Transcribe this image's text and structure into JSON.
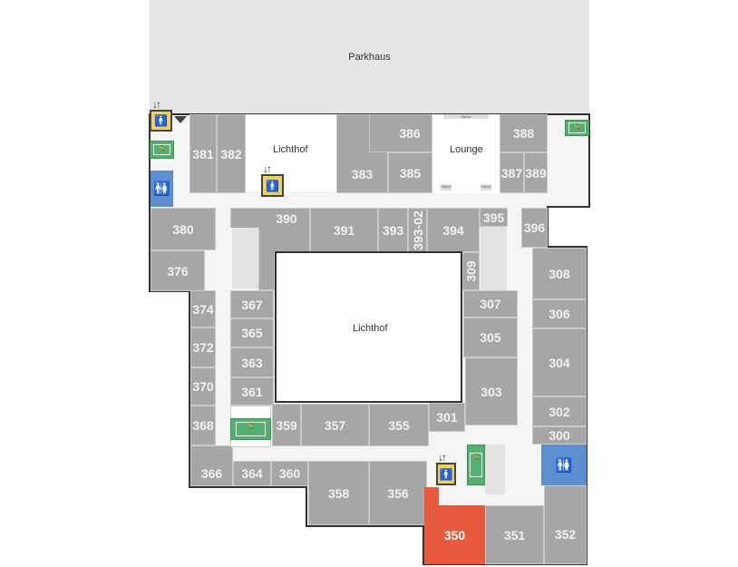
{
  "map": {
    "parking_label": "Parkhaus",
    "courtyard_label": "Lichthof",
    "lounge_label": "Lounge",
    "showcase_label": "Vitrine",
    "highlight_color": "#e85a3c",
    "room_color": "#a6a6a6",
    "exit_color": "#55b06f",
    "restroom_color": "#5b8fcf",
    "elevator_color": "#f3cf5b"
  },
  "rooms": {
    "r300": "300",
    "r301": "301",
    "r302": "302",
    "r303": "303",
    "r304": "304",
    "r305": "305",
    "r306": "306",
    "r307": "307",
    "r308": "308",
    "r309": "309",
    "r350": "350",
    "r351": "351",
    "r352": "352",
    "r355": "355",
    "r356": "356",
    "r357": "357",
    "r358": "358",
    "r359": "359",
    "r360": "360",
    "r361": "361",
    "r363": "363",
    "r364": "364",
    "r365": "365",
    "r366": "366",
    "r367": "367",
    "r368": "368",
    "r370": "370",
    "r372": "372",
    "r374": "374",
    "r376": "376",
    "r380": "380",
    "r381": "381",
    "r382": "382",
    "r383": "383",
    "r385": "385",
    "r386": "386",
    "r387": "387",
    "r388": "388",
    "r389": "389",
    "r390": "390",
    "r391": "391",
    "r393": "393",
    "r393_02": "393-02",
    "r394": "394",
    "r395": "395",
    "r396": "396"
  }
}
